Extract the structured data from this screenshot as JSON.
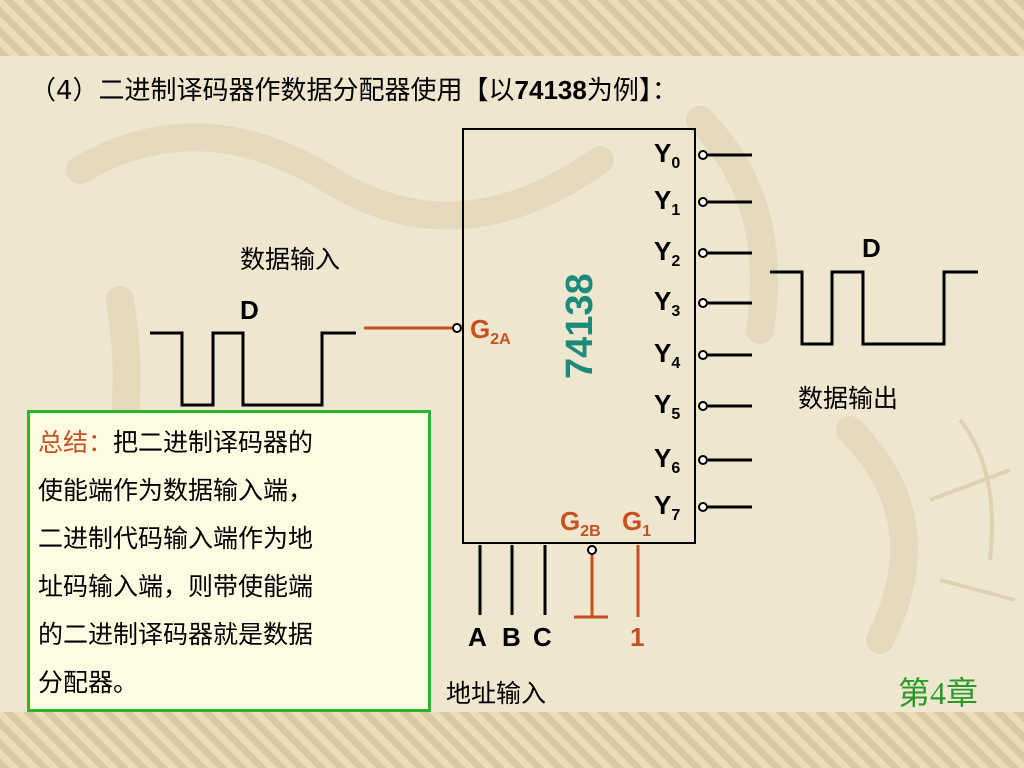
{
  "title": {
    "prefix": "（4）二进制译码器作数据分配器使用【以",
    "chip": "74138",
    "suffix": "为例】："
  },
  "chip": {
    "name": "74138"
  },
  "outputs": [
    {
      "letter": "Y",
      "index": "0"
    },
    {
      "letter": "Y",
      "index": "1"
    },
    {
      "letter": "Y",
      "index": "2"
    },
    {
      "letter": "Y",
      "index": "3"
    },
    {
      "letter": "Y",
      "index": "4"
    },
    {
      "letter": "Y",
      "index": "5"
    },
    {
      "letter": "Y",
      "index": "6"
    },
    {
      "letter": "Y",
      "index": "7"
    }
  ],
  "enables": {
    "g2a": {
      "letter": "G",
      "sub": "2A"
    },
    "g2b": {
      "letter": "G",
      "sub": "2B"
    },
    "g1": {
      "letter": "G",
      "sub": "1"
    },
    "g1_value": "1"
  },
  "address": {
    "a": "A",
    "b": "B",
    "c": "C",
    "label": "地址输入"
  },
  "data_in": {
    "label": "数据输入",
    "signal": "D"
  },
  "data_out": {
    "label": "数据输出",
    "signal": "D"
  },
  "summary": {
    "lead": "总结：",
    "line1": "把二进制译码器的",
    "line2": "使能端作为数据输入端，",
    "line3": "二进制代码输入端作为地",
    "line4": "址码输入端，则带使能端",
    "line5": "的二进制译码器就是数据",
    "line6": "分配器。"
  },
  "footer": {
    "chapter": "第4章"
  },
  "colors": {
    "accent": "#c8501e",
    "chip_name": "#1a8a7a",
    "summary_border": "#2bb52b",
    "chapter": "#2b9a2b"
  }
}
